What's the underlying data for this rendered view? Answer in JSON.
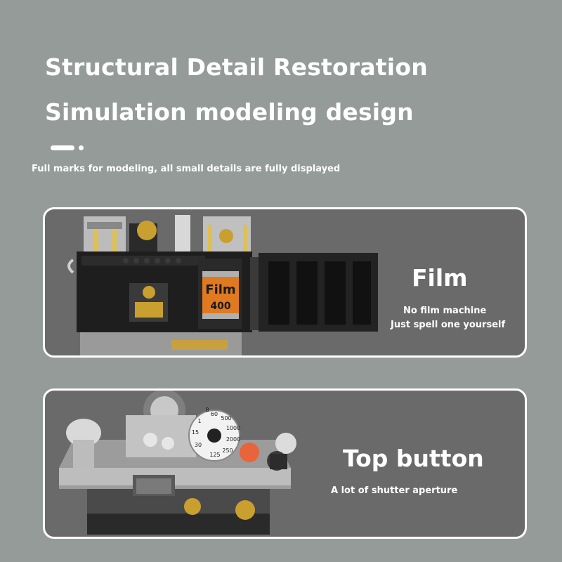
{
  "headline": {
    "line1": "Structural Detail Restoration",
    "line2": "Simulation modeling design"
  },
  "subtitle": "Full marks for modeling, all small details are fully displayed",
  "film_card": {
    "title": "Film",
    "line1": "No film machine",
    "line2": "Just spell one yourself",
    "film_label": "Film",
    "film_iso": "400"
  },
  "top_card": {
    "title": "Top button",
    "line1": "A lot of shutter aperture",
    "dial_values": [
      "60",
      "500",
      "1000",
      "2000",
      "1",
      "15",
      "30",
      "125",
      "250",
      "B"
    ]
  },
  "colors": {
    "background": "#949b98",
    "card": "#6a6a6a",
    "film_orange": "#e07a20",
    "shutter_orange": "#e8643a"
  }
}
